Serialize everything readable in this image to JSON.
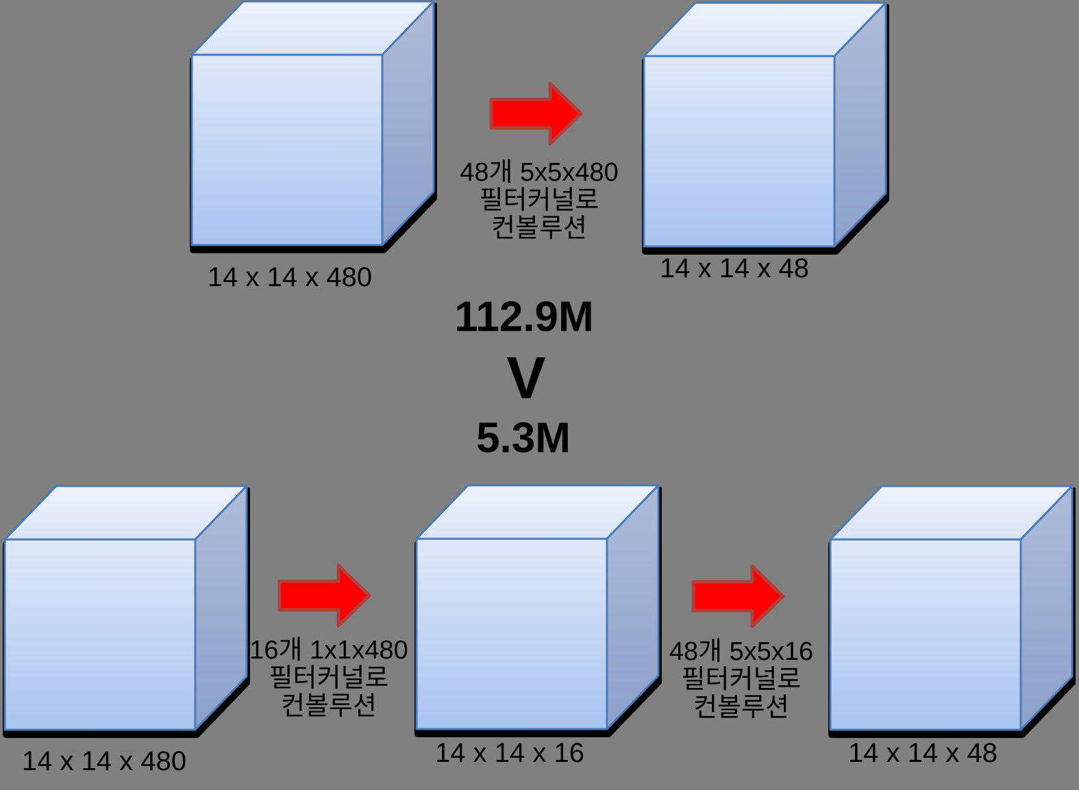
{
  "colors": {
    "background": "#808080",
    "cube_border": "#4a7ab9",
    "cube_front_top": "#dfe8f7",
    "cube_front_bottom": "#a9c3f0",
    "cube_top_back": "#eef3fb",
    "cube_top_front": "#d9e4f5",
    "cube_side_top": "#afbcd9",
    "cube_side_bottom": "#8ca0c8",
    "arrow_fill": "#ff0000",
    "arrow_border": "#b1403d",
    "text": "#000000"
  },
  "top_row": {
    "input_label": "14 x 14 x 480",
    "operation": {
      "line1": "48개 5x5x480",
      "line2": "필터커널로",
      "line3": "컨볼루션"
    },
    "output_label": "14 x 14 x 48"
  },
  "comparison": {
    "top_params": "112.9M",
    "versus": "V",
    "bottom_params": "5.3M"
  },
  "bottom_row": {
    "input_label": "14 x 14 x 480",
    "operation1": {
      "line1": "16개 1x1x480",
      "line2": "필터커널로",
      "line3": "컨볼루션"
    },
    "middle_label": "14 x 14 x 16",
    "operation2": {
      "line1": "48개 5x5x16",
      "line2": "필터커널로",
      "line3": "컨볼루션"
    },
    "output_label": "14 x 14 x 48"
  }
}
